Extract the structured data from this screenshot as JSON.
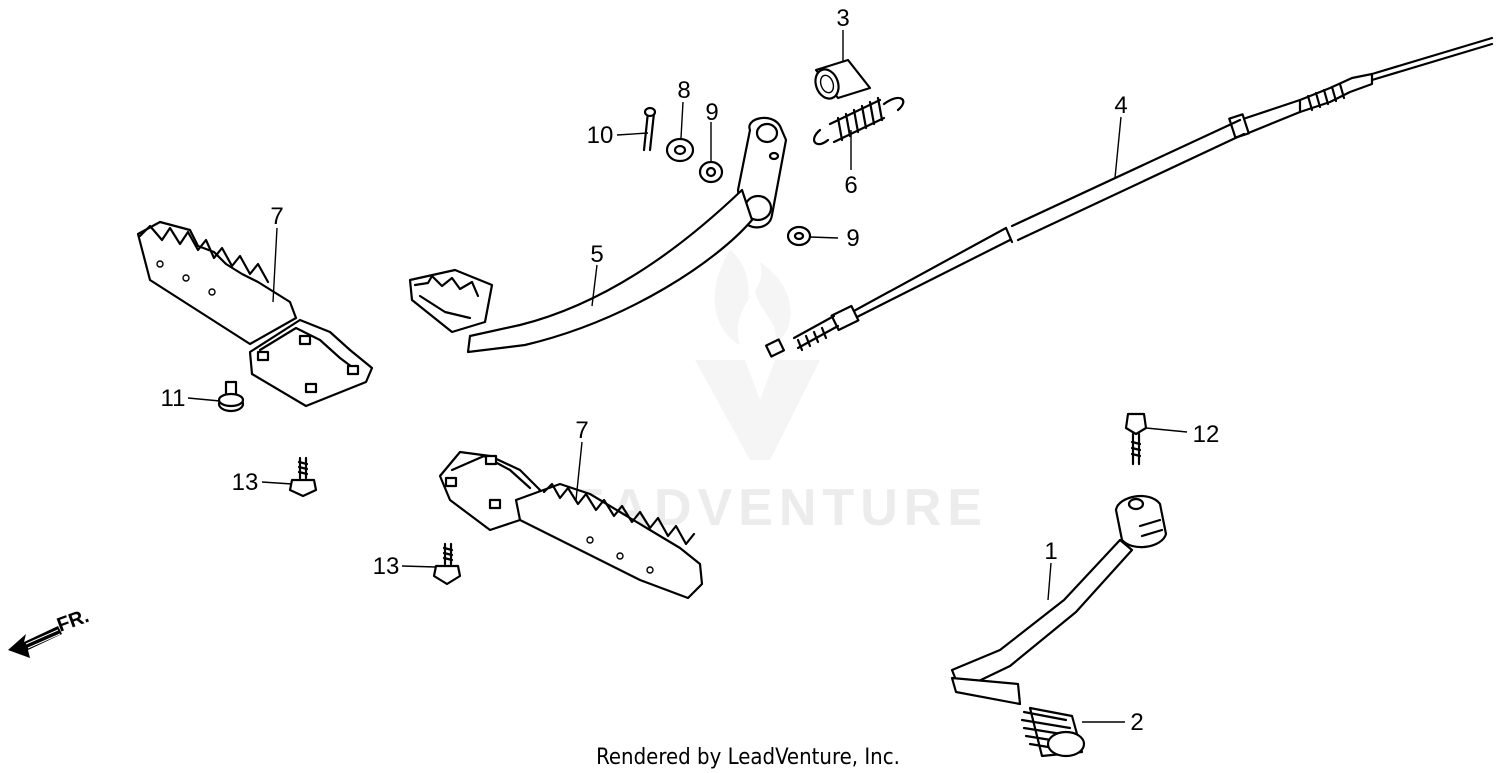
{
  "diagram": {
    "callouts": [
      {
        "id": "c3",
        "text": "3"
      },
      {
        "id": "c8",
        "text": "8"
      },
      {
        "id": "c9a",
        "text": "9"
      },
      {
        "id": "c10",
        "text": "10"
      },
      {
        "id": "c6",
        "text": "6"
      },
      {
        "id": "c4",
        "text": "4"
      },
      {
        "id": "c9b",
        "text": "9"
      },
      {
        "id": "c7a",
        "text": "7"
      },
      {
        "id": "c5",
        "text": "5"
      },
      {
        "id": "c11",
        "text": "11"
      },
      {
        "id": "c12",
        "text": "12"
      },
      {
        "id": "c7b",
        "text": "7"
      },
      {
        "id": "c13a",
        "text": "13"
      },
      {
        "id": "c13b",
        "text": "13"
      },
      {
        "id": "c1",
        "text": "1"
      },
      {
        "id": "c2",
        "text": "2"
      }
    ],
    "direction_label": "FR.",
    "watermark": "LEADVENTURE",
    "credit": "Rendered by LeadVenture, Inc."
  }
}
